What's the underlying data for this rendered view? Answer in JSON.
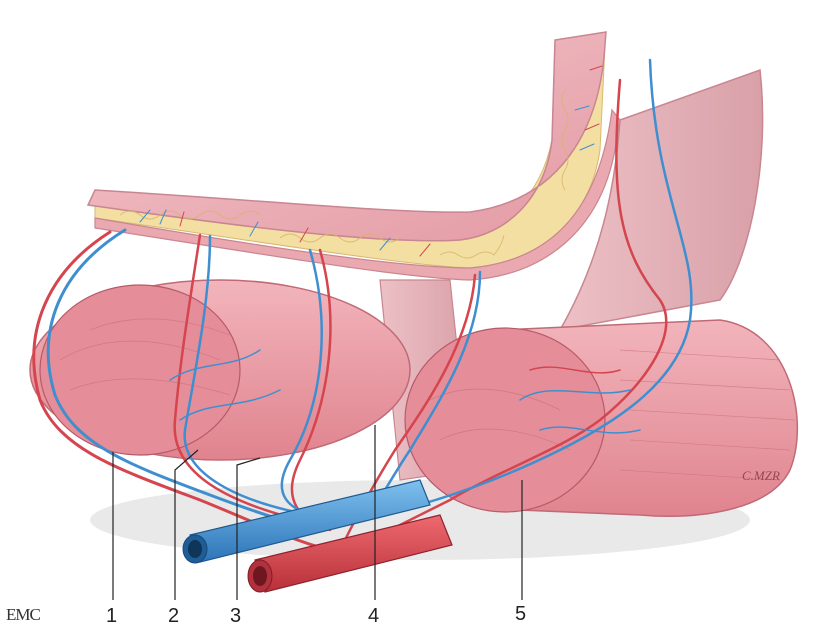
{
  "figure": {
    "logo_text": "EMC",
    "signature_text": "C.MZR",
    "labels": [
      "1",
      "2",
      "3",
      "4",
      "5"
    ]
  },
  "palette": {
    "skin": "#eaa8b0",
    "skin_dark": "#d98896",
    "fat": "#f3dfa2",
    "muscle": "#e99aa4",
    "artery": "#d4454e",
    "vein": "#3f8fd0",
    "leader": "#222222"
  }
}
